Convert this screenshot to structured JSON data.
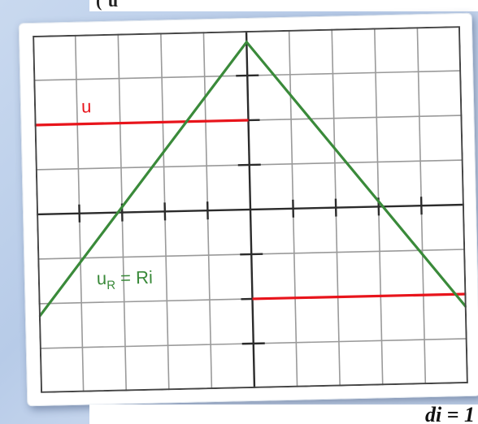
{
  "header_fragment": "( u",
  "footer_fragment": "di = 1",
  "chart_data": {
    "type": "line",
    "title": "",
    "xlabel": "",
    "ylabel": "",
    "grid": true,
    "xlim": [
      -5,
      5
    ],
    "ylim": [
      -4,
      4
    ],
    "colors": {
      "u": "#e8141b",
      "uR": "#3a8a3a"
    },
    "series": [
      {
        "name": "u",
        "label": "u",
        "color": "#e8141b",
        "x": [
          -5,
          0,
          0,
          5
        ],
        "y": [
          2,
          2,
          -2,
          -2
        ]
      },
      {
        "name": "uR",
        "label": "u",
        "label_sub": "R",
        "label_suffix": " = Ri",
        "color": "#3a8a3a",
        "x": [
          -5,
          0,
          5
        ],
        "y": [
          -2.3,
          3.75,
          -2.3
        ]
      }
    ]
  }
}
